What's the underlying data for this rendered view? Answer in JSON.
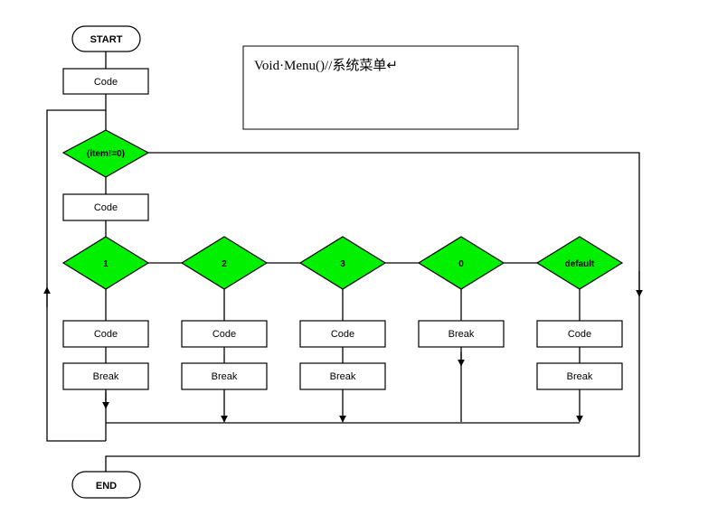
{
  "flowchart": {
    "start_label": "START",
    "end_label": "END",
    "init_code_label": "Code",
    "loop_condition_label": "(item!=0)",
    "loop_code_label": "Code",
    "cases": [
      {
        "label": "1",
        "code_label": "Code",
        "break_label": "Break"
      },
      {
        "label": "2",
        "code_label": "Code",
        "break_label": "Break"
      },
      {
        "label": "3",
        "code_label": "Code",
        "break_label": "Break"
      },
      {
        "label": "0",
        "code_label": "",
        "break_label": "Break"
      },
      {
        "label": "default",
        "code_label": "Code",
        "break_label": "Break"
      }
    ]
  },
  "note": {
    "text": "Void·Menu()//系统菜单↵"
  },
  "colors": {
    "diamond_fill": "#00f000",
    "stroke": "#000000",
    "background": "#ffffff"
  }
}
